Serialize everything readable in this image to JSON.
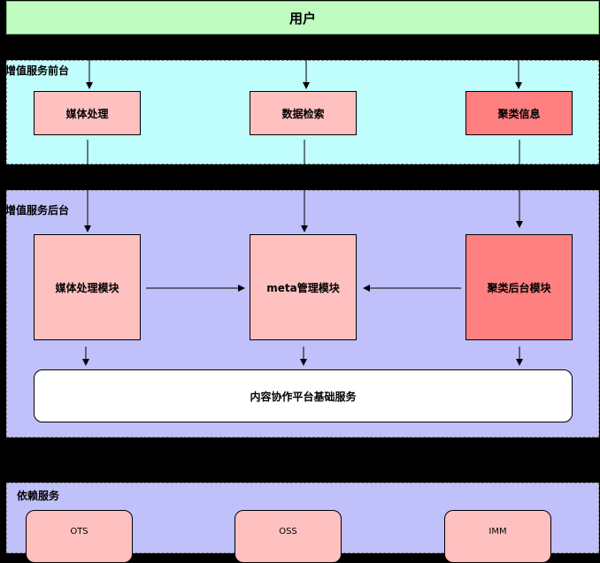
{
  "user_bar": {
    "label": "用户"
  },
  "front_layer": {
    "title": "增值服务前台",
    "boxes": [
      "媒体处理",
      "数据检索",
      "聚类信息"
    ]
  },
  "back_layer": {
    "title": "增值服务后台",
    "modules": [
      "媒体处理模块",
      "meta管理模块",
      "聚类后台模块"
    ],
    "foundation": "内容协作平台基础服务"
  },
  "dependency_layer": {
    "title": "依赖服务",
    "services": [
      "OTS",
      "OSS",
      "IMM"
    ]
  },
  "colors": {
    "background": "#000000",
    "user_green": "#c0fbbf",
    "front_cyan": "#c0fdfd",
    "back_lavender": "#c0c0fb",
    "box_pink": "#ffc0c0",
    "box_red": "#ff8080",
    "foundation_white": "#ffffff"
  }
}
